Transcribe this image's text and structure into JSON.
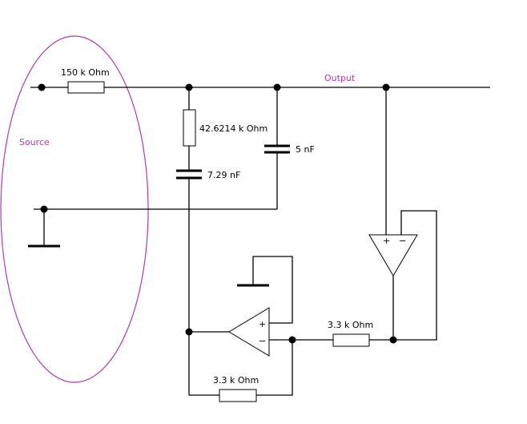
{
  "labels": {
    "r_input": "150 k Ohm",
    "r_series": "42.6214 k Ohm",
    "c_series": "7.29 nF",
    "c_output": "5 nF",
    "output": "Output",
    "source": "Source",
    "r_feedback_right": "3.3 k Ohm",
    "r_feedback_bottom": "3.3 k Ohm",
    "opamp_lower_plus": "+",
    "opamp_lower_minus": "−",
    "opamp_upper_plus": "+",
    "opamp_upper_minus": "−"
  },
  "colors": {
    "accent": "#b03ab0",
    "ink": "#000000",
    "background": "#ffffff"
  }
}
